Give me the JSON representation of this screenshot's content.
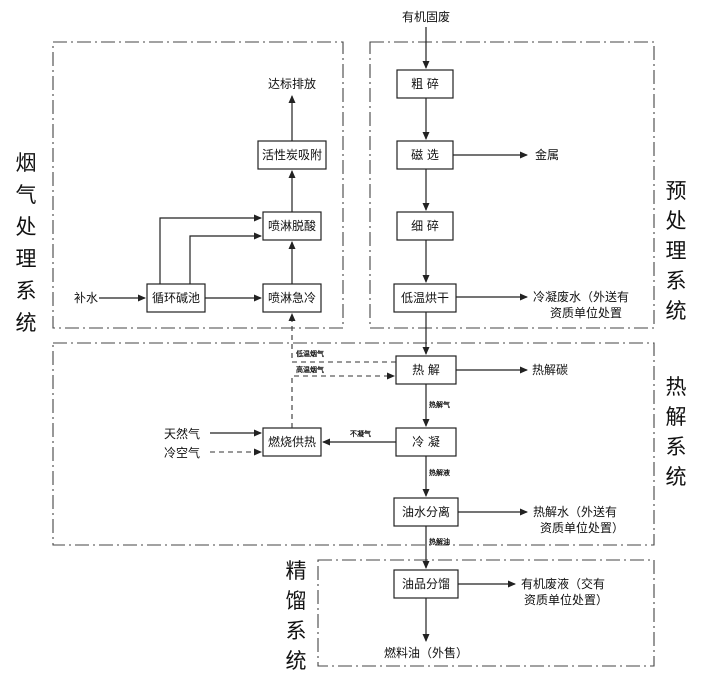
{
  "systems": {
    "flue_gas": [
      "烟",
      "气",
      "处",
      "理",
      "系",
      "统"
    ],
    "pretreatment": [
      "预",
      "处",
      "理",
      "系",
      "统"
    ],
    "pyrolysis": [
      "热",
      "解",
      "系",
      "统"
    ],
    "distillation": [
      "精",
      "馏",
      "系",
      "统"
    ]
  },
  "process": {
    "input": "有机固废",
    "coarse_crush": "粗 碎",
    "magnetic_sep": "磁 选",
    "metal": "金属",
    "fine_crush": "细 碎",
    "low_temp_dry": "低温烘干",
    "condensate_water_1": "冷凝废水（外送有",
    "condensate_water_2": "资质单位处置",
    "pyrolysis": "热 解",
    "pyrolysis_carbon": "热解碳",
    "condense": "冷 凝",
    "oil_water_sep": "油水分离",
    "pyrolysis_water_1": "热解水（外送有",
    "pyrolysis_water_2": "资质单位处置）",
    "oil_fraction": "油品分馏",
    "organic_waste_1": "有机废液（交有",
    "organic_waste_2": "资质单位处置）",
    "fuel_oil": "燃料油（外售）"
  },
  "flue": {
    "discharge": "达标排放",
    "activated_carbon": "活性炭吸附",
    "spray_deacid": "喷淋脱酸",
    "spray_quench": "喷淋急冷",
    "circ_alkali": "循环碱池",
    "makeup_water": "补水",
    "combustion": "燃烧供热",
    "natural_gas": "天然气",
    "cold_air": "冷空气"
  },
  "small_labels": {
    "low_temp_gas": "低温烟气",
    "high_temp_gas": "高温烟气",
    "pyrolysis_gas": "热解气",
    "noncondensable_gas": "不凝气",
    "pyrolysis_liquid": "热解液",
    "pyrolysis_oil": "热解油"
  }
}
